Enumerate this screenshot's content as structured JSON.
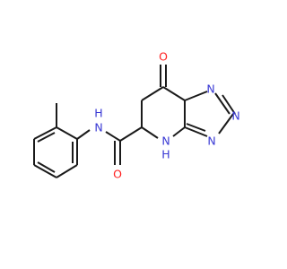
{
  "molecule": {
    "atoms": {
      "O": "O",
      "N1": "N",
      "N2": "N",
      "N3": "N",
      "NH_ring_N": "N",
      "NH_ring_H": "H",
      "NH_amide_N": "N",
      "NH_amide_H": "H",
      "O_amide": "O"
    },
    "colors": {
      "carbon_bond": "#1a1a1a",
      "nitrogen": "#3838d4",
      "oxygen": "#ff1f1f",
      "background": "#ffffff"
    }
  }
}
